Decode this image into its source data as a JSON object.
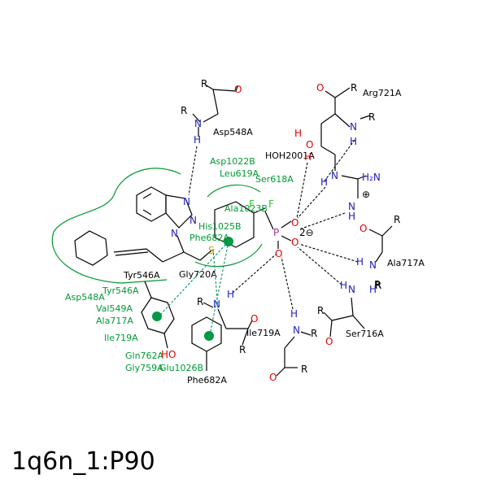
{
  "title": "1q6n_1:P90",
  "residues": {
    "asp548_top": "Asp548A",
    "arg721": "Arg721A",
    "hoh2001": "HOH2001A",
    "asp1022": "Asp1022B",
    "leu619": "Leu619A",
    "ser618": "Ser618A",
    "ala1023": "Ala1023B",
    "his1025": "His1025B",
    "phe682_mid": "Phe682A",
    "tyr546": "Tyr546A",
    "gly720": "Gly720A",
    "asp548_left": "Asp548A",
    "tyr546_g": "Tyr546A",
    "val549": "Val549A",
    "ala717_left": "Ala717A",
    "ile719_left": "Ile719A",
    "gln762": "Gln762A",
    "gly759": "Gly759A",
    "glu1026": "Glu1026B",
    "phe682_bottom": "Phe682A",
    "ile719": "Ile719A",
    "ala717": "Ala717A",
    "ser716": "Ser716A"
  },
  "atoms": {
    "R": "R",
    "N": "N",
    "H": "H",
    "O": "O",
    "F": "F",
    "P": "P",
    "S": "S",
    "HO": "HO",
    "H2N": "H₂N",
    "charge_plus": "⊕",
    "charge_minus": "2⊖"
  }
}
